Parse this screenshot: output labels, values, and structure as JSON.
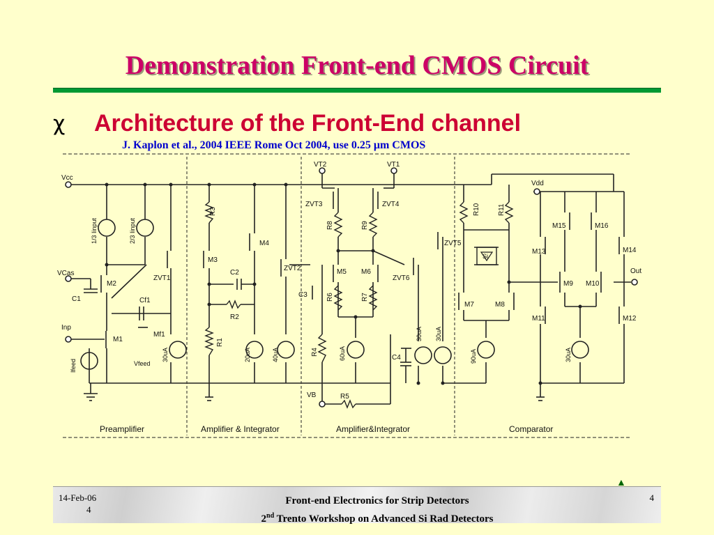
{
  "title": "Demonstration Front-end CMOS Circuit",
  "bullet_symbol": "χ",
  "subtitle": "Architecture of the Front-End channel",
  "citation": "J. Kaplon et al., 2004 IEEE Rome Oct 2004, use 0.25 μm CMOS",
  "circuit": {
    "sections": [
      "Preamplifier",
      "Amplifier & Integrator",
      "Amplifier&Integrator",
      "Comparator"
    ],
    "supply_labels": {
      "vcc": "Vcc",
      "vdd": "Vdd",
      "vt2": "VT2",
      "vt1": "VT1",
      "vb": "VB",
      "vcas": "VCas",
      "inp": "Inp",
      "out": "Out"
    },
    "transistors": [
      "M1",
      "M2",
      "Mf1",
      "ZVT1",
      "M3",
      "M4",
      "ZVT2",
      "ZVT3",
      "ZVT4",
      "M5",
      "M6",
      "ZVT6",
      "ZVT5",
      "M7",
      "M8",
      "M9",
      "M10",
      "M11",
      "M12",
      "M13",
      "M14",
      "M15",
      "M16"
    ],
    "resistors": [
      "R3",
      "R2",
      "R1",
      "R8",
      "R9",
      "R6",
      "R7",
      "R4",
      "R5",
      "R10",
      "R11"
    ],
    "capacitors": [
      "C1",
      "Cf1",
      "C2",
      "C3",
      "C4"
    ],
    "sources": [
      "1/3 Iinput",
      "2/3 Iinput",
      "Ifeed",
      "Vfeed",
      "30uA",
      "20uA",
      "40uA",
      "60uA",
      "30uA",
      "30uA",
      "90uA",
      "30uA"
    ],
    "detector_label": "Si"
  },
  "footer": {
    "date": "14-Feb-06",
    "slide_small": "4",
    "line1": "Front-end Electronics for Strip Detectors",
    "line2_pre": "2",
    "line2_sup": "nd",
    "line2_post": " Trento Workshop on Advanced Si Rad Detectors",
    "page": "4"
  }
}
